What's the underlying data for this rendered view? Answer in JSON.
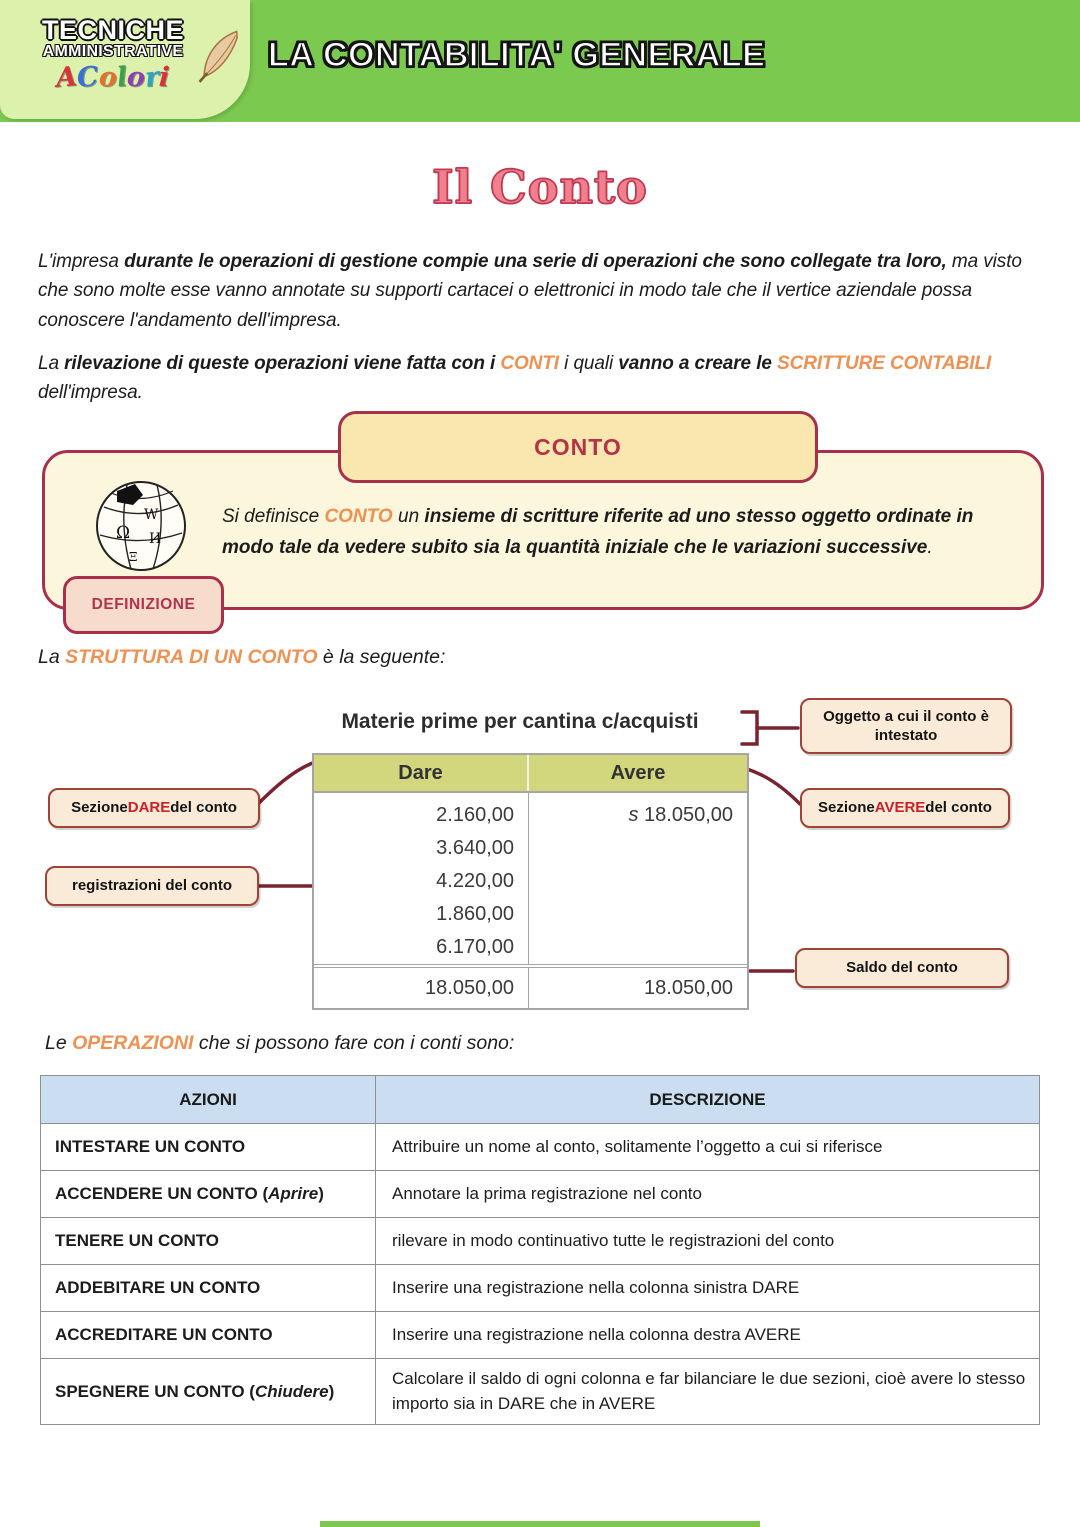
{
  "header": {
    "logo": {
      "line1": "TECNICHE",
      "line2": "AMMINISTRATIVE",
      "line3": "A Colori",
      "palette": [
        "#D8333C",
        "#E8952F",
        "#3B6FD4",
        "#E2702E",
        "#3FA04C",
        "#8E3FB0",
        "#2FA3C7",
        "#D8333C"
      ],
      "feather_icon": "feather-icon"
    },
    "banner_title": "LA CONTABILITA' GENERALE"
  },
  "page_title": "Il Conto",
  "intro": {
    "p1": [
      {
        "t": "L'impresa "
      },
      {
        "t": "durante le operazioni di gestione compie una serie di operazioni che sono collegate tra loro,",
        "c": "b"
      },
      {
        "t": " ma visto che sono molte esse vanno annotate su supporti cartacei o elettronici in modo tale che il vertice aziendale possa conoscere l'andamento dell'impresa."
      }
    ],
    "p2": [
      {
        "t": "La "
      },
      {
        "t": "rilevazione di queste operazioni viene fatta con i ",
        "c": "b"
      },
      {
        "t": "CONTI",
        "c": "o"
      },
      {
        "t": " i quali "
      },
      {
        "t": "vanno a creare le ",
        "c": "b"
      },
      {
        "t": "SCRITTURE CONTABILI",
        "c": "o"
      },
      {
        "t": " dell'impresa."
      }
    ]
  },
  "definition_box": {
    "tab_label": "CONTO",
    "icon": "wikipedia-globe-icon",
    "badge_label": "DEFINIZIONE",
    "text": [
      {
        "t": "Si definisce "
      },
      {
        "t": "CONTO",
        "c": "o"
      },
      {
        "t": " un "
      },
      {
        "t": "insieme di scritture riferite ad uno stesso oggetto ordinate in modo tale da vedere subito sia la quantità iniziale che le variazioni successive",
        "c": "b"
      },
      {
        "t": "."
      }
    ]
  },
  "structure_line": [
    {
      "t": "La "
    },
    {
      "t": "STRUTTURA DI UN CONTO",
      "c": "o"
    },
    {
      "t": " è la seguente:"
    }
  ],
  "account_diagram": {
    "title": "Materie prime per cantina c/acquisti",
    "columns": [
      "Dare",
      "Avere"
    ],
    "dare_entries": [
      "2.160,00",
      "3.640,00",
      "4.220,00",
      "1.860,00",
      "6.170,00"
    ],
    "avere_entry": [
      {
        "t": "s ",
        "c": "i"
      },
      {
        "t": "18.050,00"
      }
    ],
    "totals": {
      "dare": "18.050,00",
      "avere": "18.050,00"
    },
    "callouts": {
      "oggetto": "Oggetto a cui il conto è intestato",
      "sezione_dare": [
        {
          "t": "Sezione "
        },
        {
          "t": "DARE",
          "c": "r"
        },
        {
          "t": " del conto"
        }
      ],
      "registrazioni": "registrazioni del conto",
      "sezione_avere": [
        {
          "t": "Sezione "
        },
        {
          "t": "AVERE",
          "c": "r"
        },
        {
          "t": " del conto"
        }
      ],
      "saldo": "Saldo del conto"
    }
  },
  "operations_line": [
    {
      "t": "Le "
    },
    {
      "t": "OPERAZIONI",
      "c": "o"
    },
    {
      "t": " che si possono fare con i conti sono:"
    }
  ],
  "operations_table": {
    "headers": [
      "AZIONI",
      "DESCRIZIONE"
    ],
    "rows": [
      {
        "azione": [
          {
            "t": "INTESTARE UN CONTO"
          }
        ],
        "descrizione": "Attribuire un nome al conto, solitamente l’oggetto a cui si riferisce"
      },
      {
        "azione": [
          {
            "t": "ACCENDERE UN CONTO ("
          },
          {
            "t": "Aprire",
            "c": "i"
          },
          {
            "t": ")"
          }
        ],
        "descrizione": "Annotare la prima registrazione nel conto"
      },
      {
        "azione": [
          {
            "t": "TENERE UN CONTO"
          }
        ],
        "descrizione": "rilevare in modo continuativo tutte le registrazioni del conto"
      },
      {
        "azione": [
          {
            "t": "ADDEBITARE UN CONTO"
          }
        ],
        "descrizione": "Inserire una registrazione nella colonna sinistra DARE"
      },
      {
        "azione": [
          {
            "t": "ACCREDITARE UN CONTO"
          }
        ],
        "descrizione": "Inserire una registrazione nella colonna destra AVERE"
      },
      {
        "azione": [
          {
            "t": "SPEGNERE UN CONTO ("
          },
          {
            "t": "Chiudere",
            "c": "i"
          },
          {
            "t": ")"
          }
        ],
        "descrizione": "Calcolare il saldo di ogni colonna e far bilanciare le due sezioni, cioè avere lo stesso importo sia in DARE che in AVERE"
      }
    ]
  },
  "colors": {
    "banner_green": "#7CC94F",
    "logo_panel_green": "#DCF1AC",
    "accent_orange": "#EE9152",
    "title_pink": "#F0808E",
    "title_outline": "#C23A52",
    "box_border_red": "#A8304A",
    "def_box_bg": "#FBF6DC",
    "tab_bg": "#FAE6AF",
    "badge_bg": "#F7DCCD",
    "callout_bg": "#FAEBD8",
    "callout_border": "#A04234",
    "keyword_red": "#C9202A",
    "account_header_olive": "#D2D67C",
    "ops_header_blue": "#CBDDF1",
    "connector_maroon": "#7A2230"
  }
}
